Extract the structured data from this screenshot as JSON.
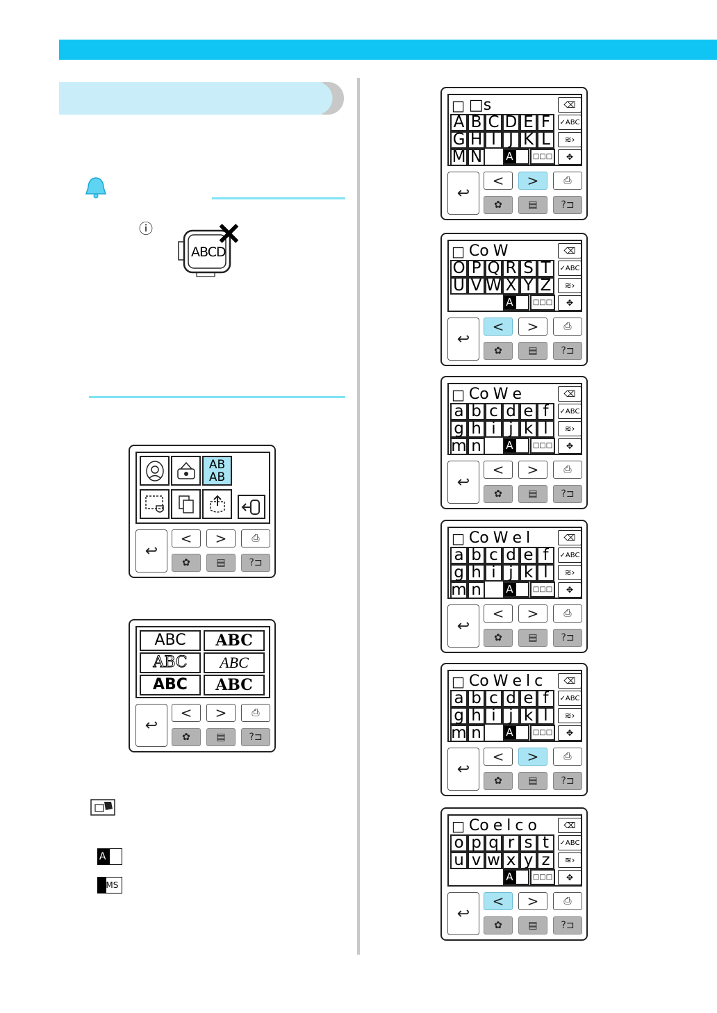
{
  "colors": {
    "header_bar": "#10c4f4",
    "section_tab": "#c9eefa",
    "section_tab_cap": "#c8c8c8",
    "rule": "#7fe4f5",
    "active_button": "#a8e4f3",
    "grey_button": "#b3b3b3"
  },
  "note": {
    "icon": "bell-memo-icon",
    "hint_symbol": "ⓘ"
  },
  "illustration": {
    "label": "ABCD",
    "crossed": "✕"
  },
  "controls": {
    "prev": "<",
    "next": ">",
    "back": "↩"
  },
  "category_screen": {
    "cells": [
      "flower-pattern-icon",
      "frame-pattern-icon",
      "AB AB",
      "outline-icon",
      "copy-icon",
      "pocket-icon",
      "exit-icon"
    ]
  },
  "font_screen": {
    "fonts": [
      "ABC",
      "ABC",
      "ABC",
      "ABC",
      "ABC",
      "ABC"
    ]
  },
  "legend": {
    "case_icon": "Aa",
    "size_icon": "LMS"
  },
  "screens": [
    {
      "typed": [
        "□",
        "□s"
      ],
      "rows": [
        [
          "A",
          "B",
          "C",
          "D",
          "E",
          "F"
        ],
        [
          "G",
          "H",
          "I",
          "J",
          "K",
          "L"
        ],
        [
          "M",
          "N"
        ]
      ],
      "case": "Aa",
      "size": "□□□",
      "active": "next"
    },
    {
      "typed": [
        "□",
        "Co",
        "W"
      ],
      "rows": [
        [
          "O",
          "P",
          "Q",
          "R",
          "S",
          "T"
        ],
        [
          "U",
          "V",
          "W",
          "X",
          "Y",
          "Z"
        ],
        []
      ],
      "case": "Aa",
      "size": "□□□",
      "active": "prev"
    },
    {
      "typed": [
        "□",
        "Co",
        "W",
        "e"
      ],
      "rows": [
        [
          "a",
          "b",
          "c",
          "d",
          "e",
          "f"
        ],
        [
          "g",
          "h",
          "i",
          "j",
          "k",
          "l"
        ],
        [
          "m",
          "n"
        ]
      ],
      "case": "Aa",
      "size": "□□□",
      "active": "none"
    },
    {
      "typed": [
        "□",
        "Co",
        "W",
        "e",
        "l"
      ],
      "rows": [
        [
          "a",
          "b",
          "c",
          "d",
          "e",
          "f"
        ],
        [
          "g",
          "h",
          "i",
          "j",
          "k",
          "l"
        ],
        [
          "m",
          "n"
        ]
      ],
      "case": "Aa",
      "size": "□□□",
      "active": "none"
    },
    {
      "typed": [
        "□",
        "Co",
        "W",
        "e",
        "l",
        "c"
      ],
      "rows": [
        [
          "a",
          "b",
          "c",
          "d",
          "e",
          "f"
        ],
        [
          "g",
          "h",
          "i",
          "j",
          "k",
          "l"
        ],
        [
          "m",
          "n"
        ]
      ],
      "case": "Aa",
      "size": "□□□",
      "active": "next"
    },
    {
      "typed": [
        "□",
        "Co",
        "e",
        "l",
        "c",
        "o"
      ],
      "rows": [
        [
          "o",
          "p",
          "q",
          "r",
          "s",
          "t"
        ],
        [
          "u",
          "v",
          "w",
          "x",
          "y",
          "z"
        ],
        []
      ],
      "case": "Aa",
      "size": "□□□",
      "active": "prev"
    }
  ],
  "side_buttons": [
    "delete-icon",
    "✓ABC",
    "array-icon",
    "move-icon"
  ]
}
